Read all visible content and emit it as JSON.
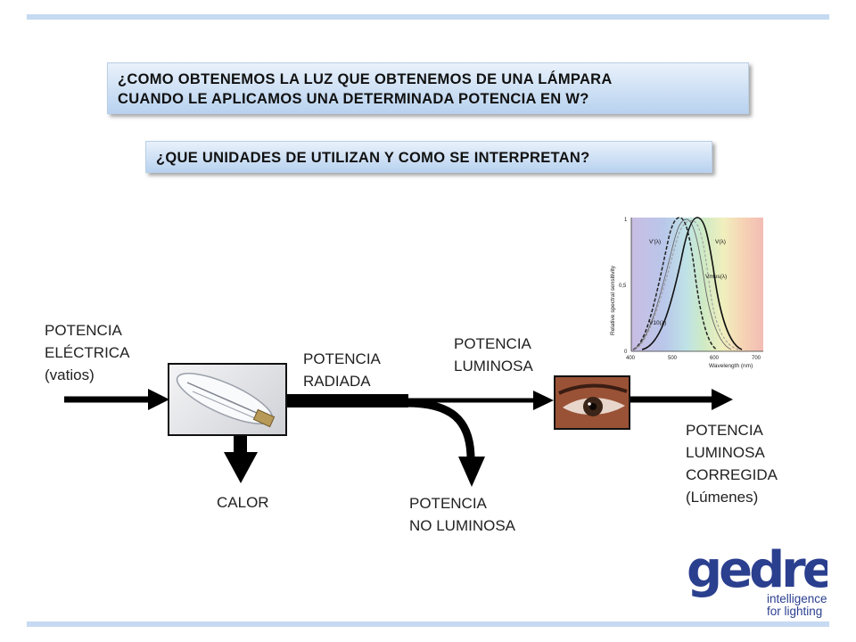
{
  "header": {
    "question1_line1": "¿COMO OBTENEMOS LA LUZ QUE OBTENEMOS DE UNA LÁMPARA",
    "question1_line2": "CUANDO LE APLICAMOS UNA DETERMINADA POTENCIA EN W?",
    "question2": "¿QUE UNIDADES DE UTILIZAN Y COMO SE INTERPRETAN?"
  },
  "diagram": {
    "input_label": [
      "POTENCIA",
      "ELÉCTRICA",
      "(vatios)"
    ],
    "radiated_label": [
      "POTENCIA",
      "RADIADA"
    ],
    "heat_label": "CALOR",
    "luminous_label": [
      "POTENCIA",
      "LUMINOSA"
    ],
    "non_luminous_label": [
      "POTENCIA",
      "NO LUMINOSA"
    ],
    "corrected_label": [
      "POTENCIA",
      "LUMINOSA",
      "CORREGIDA",
      "(Lúmenes)"
    ]
  },
  "sensitivity_graph": {
    "ylabel": "Relative spectral sensitivity",
    "xlabel": "Wavelength (nm)",
    "x_ticks": [
      "400",
      "500",
      "600",
      "700"
    ],
    "y_ticks": [
      "0",
      "0,5",
      "1"
    ],
    "curve_labels": [
      "V'(λ)",
      "V(λ)",
      "Vmes(λ)",
      "V10(λ)"
    ]
  },
  "logo": {
    "wordmark": "gedre",
    "tagline_line1": "intelligence",
    "tagline_line2": "for lighting"
  },
  "colors": {
    "accent_rule": "#c6daf1",
    "box_gradient_top": "#e9f1fb",
    "box_gradient_bottom": "#b8d2ef",
    "logo_blue": "#2b3f8f"
  }
}
